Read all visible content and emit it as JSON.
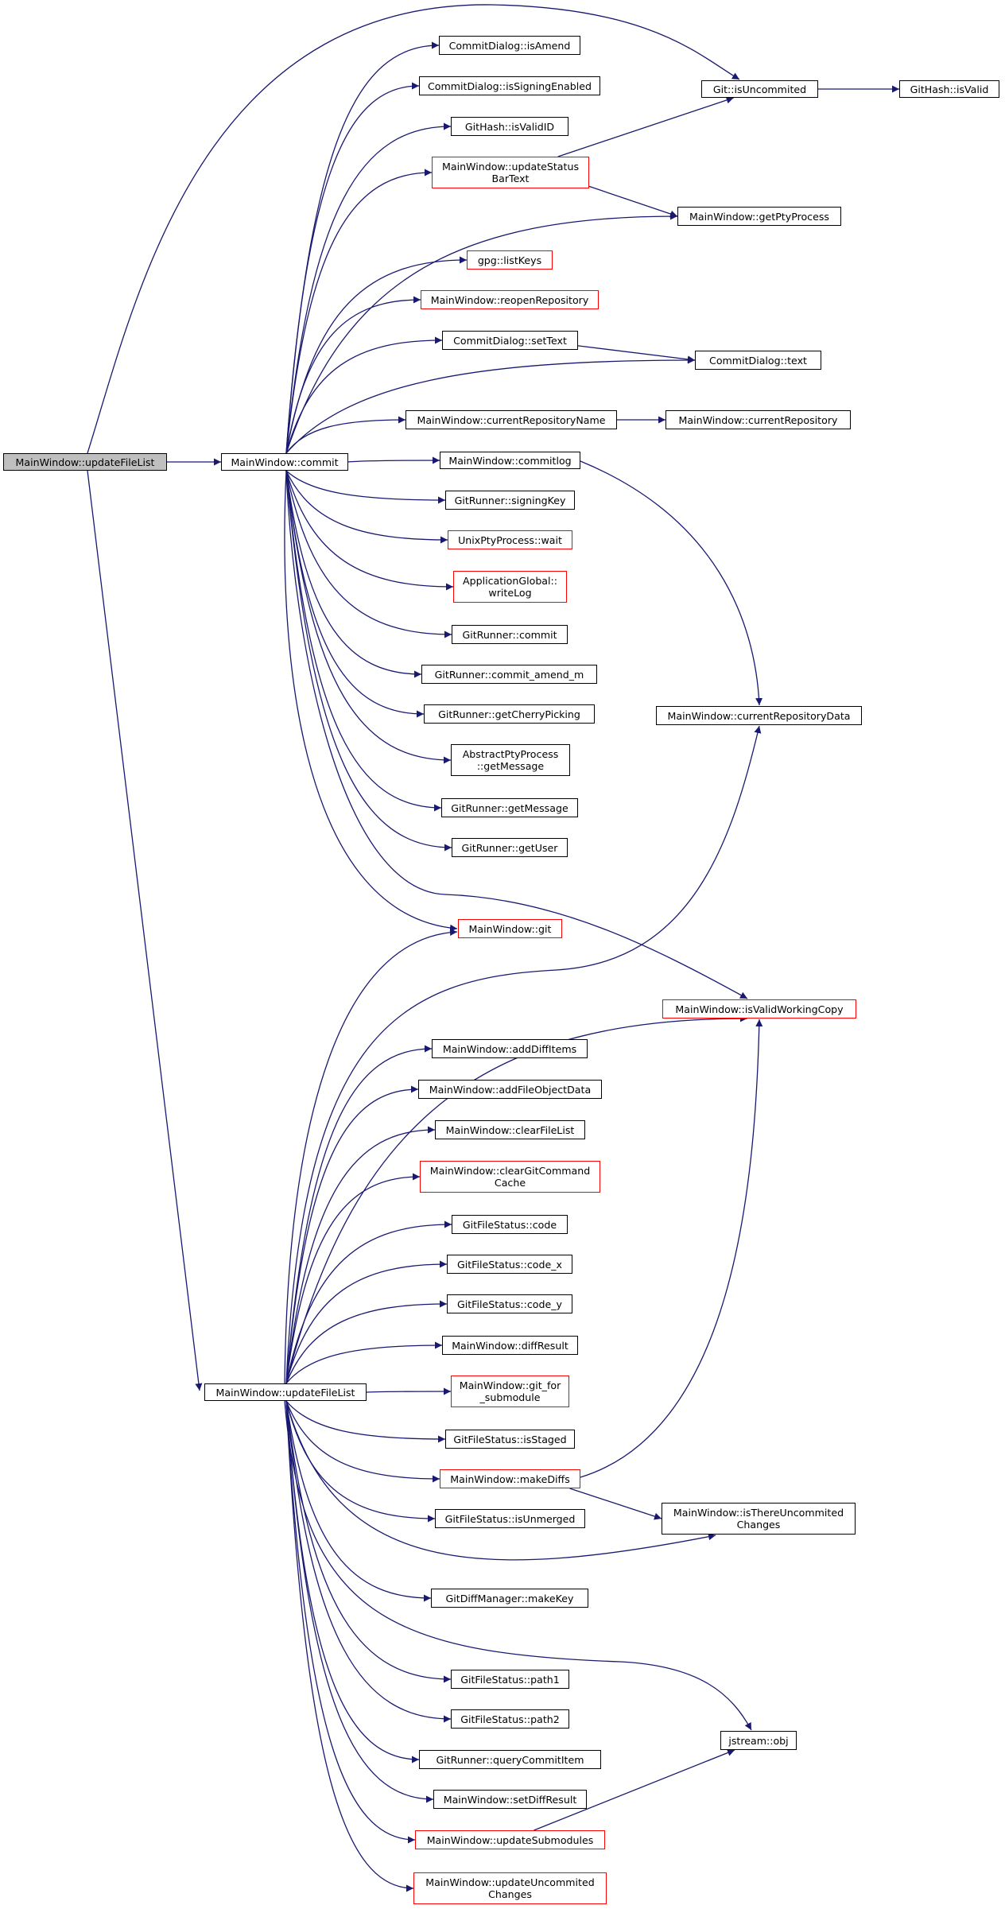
{
  "colors": {
    "edge": "#191970",
    "node_border": "#000000",
    "node_border_truncated": "#ff0000",
    "root_fill": "#bfbfbf",
    "node_fill": "#ffffff"
  },
  "nodes": [
    {
      "id": "root",
      "label": "MainWindow::updateFileList",
      "root": true
    },
    {
      "id": "commit",
      "label": "MainWindow::commit"
    },
    {
      "id": "ufl",
      "label": "MainWindow::updateFileList"
    },
    {
      "id": "isAmend",
      "label": "CommitDialog::isAmend"
    },
    {
      "id": "isSigningEnabled",
      "label": "CommitDialog::isSigningEnabled"
    },
    {
      "id": "isValidID",
      "label": "GitHash::isValidID"
    },
    {
      "id": "updateStatusBarText",
      "label": "MainWindow::updateStatus\nBarText",
      "truncated": true
    },
    {
      "id": "listKeys",
      "label": "gpg::listKeys",
      "truncated": true
    },
    {
      "id": "reopenRepository",
      "label": "MainWindow::reopenRepository",
      "truncated": true
    },
    {
      "id": "setText",
      "label": "CommitDialog::setText"
    },
    {
      "id": "currentRepositoryName",
      "label": "MainWindow::currentRepositoryName"
    },
    {
      "id": "commitlog",
      "label": "MainWindow::commitlog"
    },
    {
      "id": "signingKey",
      "label": "GitRunner::signingKey"
    },
    {
      "id": "wait",
      "label": "UnixPtyProcess::wait",
      "truncated": true
    },
    {
      "id": "writeLog",
      "label": "ApplicationGlobal::\nwriteLog",
      "truncated": true
    },
    {
      "id": "grCommit",
      "label": "GitRunner::commit"
    },
    {
      "id": "commitAmend",
      "label": "GitRunner::commit_amend_m"
    },
    {
      "id": "getCherryPicking",
      "label": "GitRunner::getCherryPicking"
    },
    {
      "id": "absGetMessage",
      "label": "AbstractPtyProcess\n::getMessage"
    },
    {
      "id": "grGetMessage",
      "label": "GitRunner::getMessage"
    },
    {
      "id": "getUser",
      "label": "GitRunner::getUser"
    },
    {
      "id": "git",
      "label": "MainWindow::git",
      "truncated": true
    },
    {
      "id": "isValidWorkingCopy",
      "label": "MainWindow::isValidWorkingCopy",
      "truncated": true
    },
    {
      "id": "addDiffItems",
      "label": "MainWindow::addDiffItems"
    },
    {
      "id": "addFileObjectData",
      "label": "MainWindow::addFileObjectData"
    },
    {
      "id": "clearFileList",
      "label": "MainWindow::clearFileList"
    },
    {
      "id": "clearGitCommandCache",
      "label": "MainWindow::clearGitCommand\nCache",
      "truncated": true
    },
    {
      "id": "code",
      "label": "GitFileStatus::code"
    },
    {
      "id": "codeX",
      "label": "GitFileStatus::code_x"
    },
    {
      "id": "codeY",
      "label": "GitFileStatus::code_y"
    },
    {
      "id": "diffResult",
      "label": "MainWindow::diffResult"
    },
    {
      "id": "gitForSubmodule",
      "label": "MainWindow::git_for\n_submodule",
      "truncated": true
    },
    {
      "id": "isStaged",
      "label": "GitFileStatus::isStaged"
    },
    {
      "id": "makeDiffs",
      "label": "MainWindow::makeDiffs",
      "truncated": true
    },
    {
      "id": "isUnmerged",
      "label": "GitFileStatus::isUnmerged"
    },
    {
      "id": "makeKey",
      "label": "GitDiffManager::makeKey"
    },
    {
      "id": "path1",
      "label": "GitFileStatus::path1"
    },
    {
      "id": "path2",
      "label": "GitFileStatus::path2"
    },
    {
      "id": "queryCommitItem",
      "label": "GitRunner::queryCommitItem"
    },
    {
      "id": "setDiffResult",
      "label": "MainWindow::setDiffResult"
    },
    {
      "id": "updateSubmodules",
      "label": "MainWindow::updateSubmodules",
      "truncated": true
    },
    {
      "id": "updateUncommitedChanges",
      "label": "MainWindow::updateUncommited\nChanges",
      "truncated": true
    },
    {
      "id": "isUncommited",
      "label": "Git::isUncommited"
    },
    {
      "id": "isValid",
      "label": "GitHash::isValid"
    },
    {
      "id": "getPtyProcess",
      "label": "MainWindow::getPtyProcess"
    },
    {
      "id": "cdText",
      "label": "CommitDialog::text"
    },
    {
      "id": "currentRepository",
      "label": "MainWindow::currentRepository"
    },
    {
      "id": "currentRepositoryData",
      "label": "MainWindow::currentRepositoryData"
    },
    {
      "id": "isThereUncommitedChanges",
      "label": "MainWindow::isThereUncommited\nChanges"
    },
    {
      "id": "jstreamObj",
      "label": "jstream::obj"
    }
  ],
  "edges": [
    [
      "root",
      "commit"
    ],
    [
      "root",
      "ufl"
    ],
    [
      "root",
      "isUncommited"
    ],
    [
      "commit",
      "isAmend"
    ],
    [
      "commit",
      "isSigningEnabled"
    ],
    [
      "commit",
      "isValidID"
    ],
    [
      "commit",
      "updateStatusBarText"
    ],
    [
      "commit",
      "getPtyProcess"
    ],
    [
      "commit",
      "listKeys"
    ],
    [
      "commit",
      "reopenRepository"
    ],
    [
      "commit",
      "setText"
    ],
    [
      "commit",
      "cdText"
    ],
    [
      "commit",
      "currentRepositoryName"
    ],
    [
      "commit",
      "commitlog"
    ],
    [
      "commit",
      "signingKey"
    ],
    [
      "commit",
      "wait"
    ],
    [
      "commit",
      "writeLog"
    ],
    [
      "commit",
      "grCommit"
    ],
    [
      "commit",
      "commitAmend"
    ],
    [
      "commit",
      "getCherryPicking"
    ],
    [
      "commit",
      "absGetMessage"
    ],
    [
      "commit",
      "grGetMessage"
    ],
    [
      "commit",
      "getUser"
    ],
    [
      "commit",
      "isValidWorkingCopy"
    ],
    [
      "commit",
      "git"
    ],
    [
      "updateStatusBarText",
      "isUncommited"
    ],
    [
      "updateStatusBarText",
      "getPtyProcess"
    ],
    [
      "isUncommited",
      "isValid"
    ],
    [
      "setText",
      "cdText"
    ],
    [
      "currentRepositoryName",
      "currentRepository"
    ],
    [
      "commitlog",
      "currentRepositoryData"
    ],
    [
      "ufl",
      "git"
    ],
    [
      "ufl",
      "currentRepositoryData"
    ],
    [
      "ufl",
      "isValidWorkingCopy"
    ],
    [
      "ufl",
      "addDiffItems"
    ],
    [
      "ufl",
      "addFileObjectData"
    ],
    [
      "ufl",
      "clearFileList"
    ],
    [
      "ufl",
      "clearGitCommandCache"
    ],
    [
      "ufl",
      "code"
    ],
    [
      "ufl",
      "codeX"
    ],
    [
      "ufl",
      "codeY"
    ],
    [
      "ufl",
      "diffResult"
    ],
    [
      "ufl",
      "gitForSubmodule"
    ],
    [
      "ufl",
      "isStaged"
    ],
    [
      "ufl",
      "makeDiffs"
    ],
    [
      "ufl",
      "isUnmerged"
    ],
    [
      "ufl",
      "isThereUncommitedChanges"
    ],
    [
      "ufl",
      "makeKey"
    ],
    [
      "ufl",
      "jstreamObj"
    ],
    [
      "ufl",
      "path1"
    ],
    [
      "ufl",
      "path2"
    ],
    [
      "ufl",
      "queryCommitItem"
    ],
    [
      "ufl",
      "setDiffResult"
    ],
    [
      "ufl",
      "updateSubmodules"
    ],
    [
      "ufl",
      "updateUncommitedChanges"
    ],
    [
      "makeDiffs",
      "isValidWorkingCopy"
    ],
    [
      "makeDiffs",
      "isThereUncommitedChanges"
    ],
    [
      "updateSubmodules",
      "jstreamObj"
    ]
  ]
}
